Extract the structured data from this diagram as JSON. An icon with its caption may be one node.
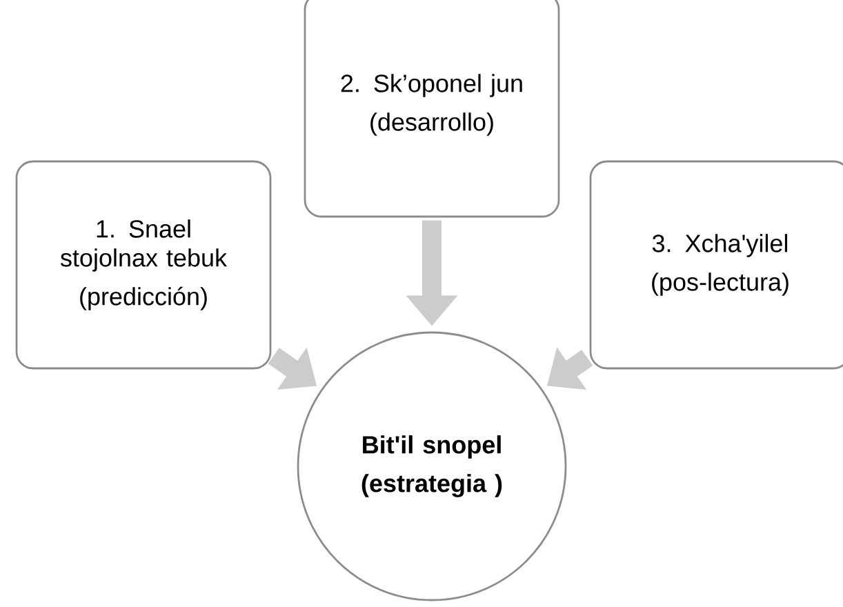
{
  "diagram": {
    "nodes": [
      {
        "text": [
          "1. Snael stojolnax tebuk",
          "(predicción)"
        ]
      },
      {
        "text": [
          "2. Sk’oponel jun",
          "(desarrollo)"
        ]
      },
      {
        "text": [
          "3. Xcha'yilel",
          "(pos-lectura)"
        ]
      },
      {
        "text": [
          "Bit'il snopel",
          "(estrategia )"
        ]
      }
    ],
    "edges": [
      {
        "from": 0,
        "to": 3,
        "arrow": "to"
      },
      {
        "from": 1,
        "to": 3,
        "arrow": "to"
      },
      {
        "from": 2,
        "to": 3,
        "arrow": "to"
      }
    ]
  }
}
